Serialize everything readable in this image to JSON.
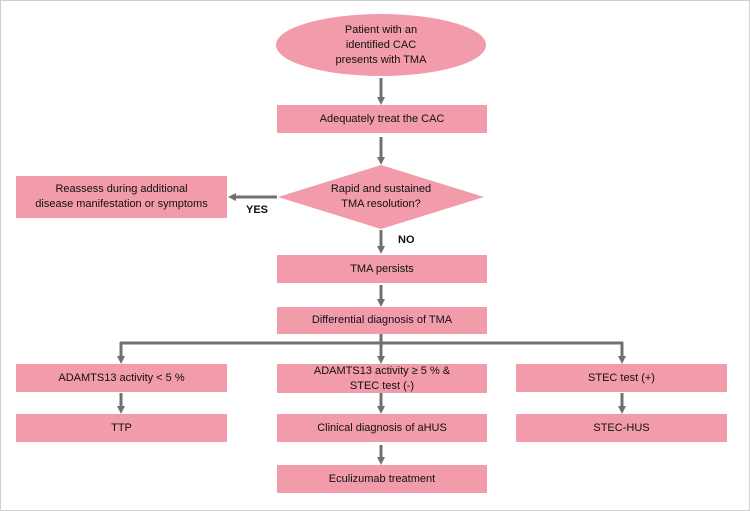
{
  "flowchart": {
    "start": "Patient with an\nidentified CAC\npresents with TMA",
    "treat_cac": "Adequately treat the CAC",
    "decision": "Rapid and sustained\nTMA resolution?",
    "reassess": "Reassess during additional\ndisease manifestation or symptoms",
    "yes_label": "YES",
    "no_label": "NO",
    "tma_persists": "TMA persists",
    "differential": "Differential diagnosis of TMA",
    "branch_left": "ADAMTS13 activity < 5 %",
    "branch_middle": "ADAMTS13 activity ≥ 5 % &\nSTEC test (-)",
    "branch_right": "STEC test (+)",
    "ttp": "TTP",
    "clinical_ahus": "Clinical diagnosis of aHUS",
    "stec_hus": "STEC-HUS",
    "eculizumab": "Eculizumab treatment"
  },
  "colors": {
    "box_fill": "#f19bab",
    "arrow": "#707070"
  }
}
